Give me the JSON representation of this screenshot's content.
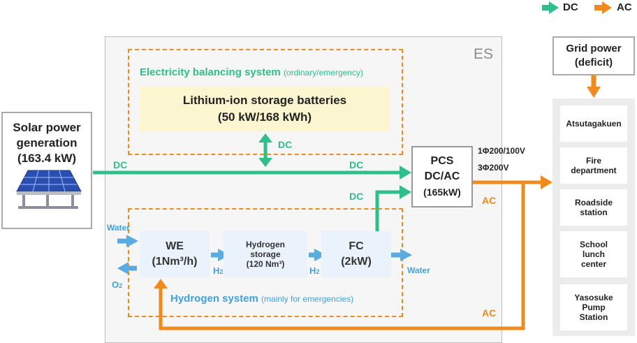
{
  "legend": {
    "dc": "DC",
    "ac": "AC"
  },
  "colors": {
    "dc": "#2fbf8a",
    "ac": "#f08a1c",
    "water": "#5aace0",
    "hydrogen": "#3ea3dd"
  },
  "es": {
    "label": "ES"
  },
  "ebs": {
    "title": "Electricity balancing system",
    "subtitle": "(ordinary/emergency)"
  },
  "battery": {
    "line1": "Lithium-ion storage batteries",
    "line2": "(50 kW/168 kWh)"
  },
  "solar": {
    "line1": "Solar power",
    "line2": "generation",
    "line3": "(163.4 kW)"
  },
  "pcs": {
    "line1": "PCS",
    "line2": "DC/AC",
    "line3": "(165kW)",
    "voltage1": "1Φ200/100V",
    "voltage2": "3Φ200V"
  },
  "grid": {
    "line1": "Grid power",
    "line2": "(deficit)"
  },
  "facilities": [
    [
      "Atsutagakuen"
    ],
    [
      "Fire",
      "department"
    ],
    [
      "Roadside",
      "station"
    ],
    [
      "School",
      "lunch",
      "center"
    ],
    [
      "Yasosuke",
      "Pump",
      "Station"
    ]
  ],
  "hydrogen": {
    "title": "Hydrogen system",
    "subtitle": "(mainly for emergencies)"
  },
  "we": {
    "line1": "WE",
    "line2": "(1Nm³/h)"
  },
  "storage": {
    "line1": "Hydrogen",
    "line2": "storage",
    "line3": "(120 Nm³)"
  },
  "fc": {
    "line1": "FC",
    "line2": "(2kW)"
  },
  "labels": {
    "dc_solar": "DC",
    "dc_main": "DC",
    "dc_battery": "DC",
    "dc_fc": "DC",
    "ac_pcs": "AC",
    "ac_bottom": "AC",
    "water_in": "Water",
    "water_out": "Water",
    "h2_main": "H",
    "h2_sub": "2",
    "o2_main": "O",
    "o2_sub": "2"
  }
}
